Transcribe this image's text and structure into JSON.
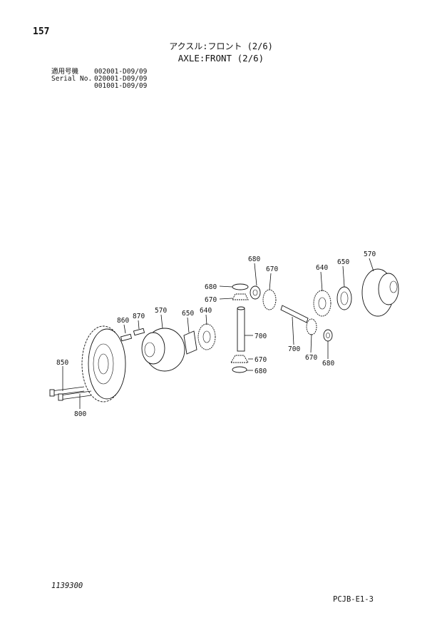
{
  "page_number": "157",
  "title_jp": "アクスル:フロント (2/6)",
  "title_en": "AXLE:FRONT (2/6)",
  "serial": {
    "label_jp": "適用号機",
    "label_en": "Serial No.",
    "ranges": [
      "002001-D09/09",
      "020001-D09/09",
      "001001-D09/09"
    ]
  },
  "callouts": {
    "c680_top": "680",
    "c670_top": "670",
    "c680_left": "680",
    "c670_left": "670",
    "c640_right": "640",
    "c650_right": "650",
    "c570_right": "570",
    "c860": "860",
    "c870": "870",
    "c570_left": "570",
    "c650_left": "650",
    "c640_left": "640",
    "c700_mid": "700",
    "c700_right": "700",
    "c670_right": "670",
    "c680_right": "680",
    "c670_bottom": "670",
    "c680_bottom": "680",
    "c850": "850",
    "c800": "800"
  },
  "document_number": "1139300",
  "page_code": "PCJB-E1-3"
}
